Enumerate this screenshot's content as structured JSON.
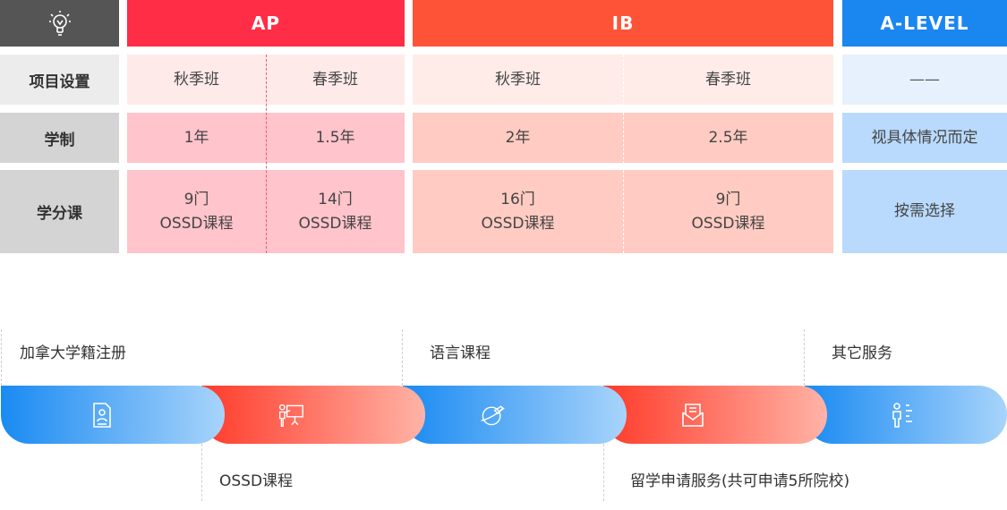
{
  "table": {
    "header": {
      "icon": "lightbulb-icon",
      "ap": "AP",
      "ib": "IB",
      "alevel": "A-LEVEL"
    },
    "rows": [
      {
        "label": "项目设置",
        "ap": [
          "秋季班",
          "春季班"
        ],
        "ib": [
          "秋季班",
          "春季班"
        ],
        "alevel": "——"
      },
      {
        "label": "学制",
        "ap": [
          "1年",
          "1.5年"
        ],
        "ib": [
          "2年",
          "2.5年"
        ],
        "alevel": "视具体情况而定"
      },
      {
        "label": "学分课",
        "ap": [
          [
            "9门",
            "OSSD课程"
          ],
          [
            "14门",
            "OSSD课程"
          ]
        ],
        "ib": [
          [
            "16门",
            "OSSD课程"
          ],
          [
            "9门",
            "OSSD课程"
          ]
        ],
        "alevel": "按需选择"
      }
    ],
    "colors": {
      "ap_header": "#ff2d46",
      "ib_header": "#ff5338",
      "alevel_header": "#1a86f0",
      "label_header": "#555555"
    }
  },
  "services": {
    "top": [
      "加拿大学籍注册",
      "语言课程",
      "其它服务"
    ],
    "bottom": [
      "OSSD课程",
      "留学申请服务(共可申请5所院校)"
    ],
    "icons": [
      "document-person-icon",
      "presentation-icon",
      "plane-globe-icon",
      "mail-icon",
      "person-steps-icon"
    ]
  }
}
